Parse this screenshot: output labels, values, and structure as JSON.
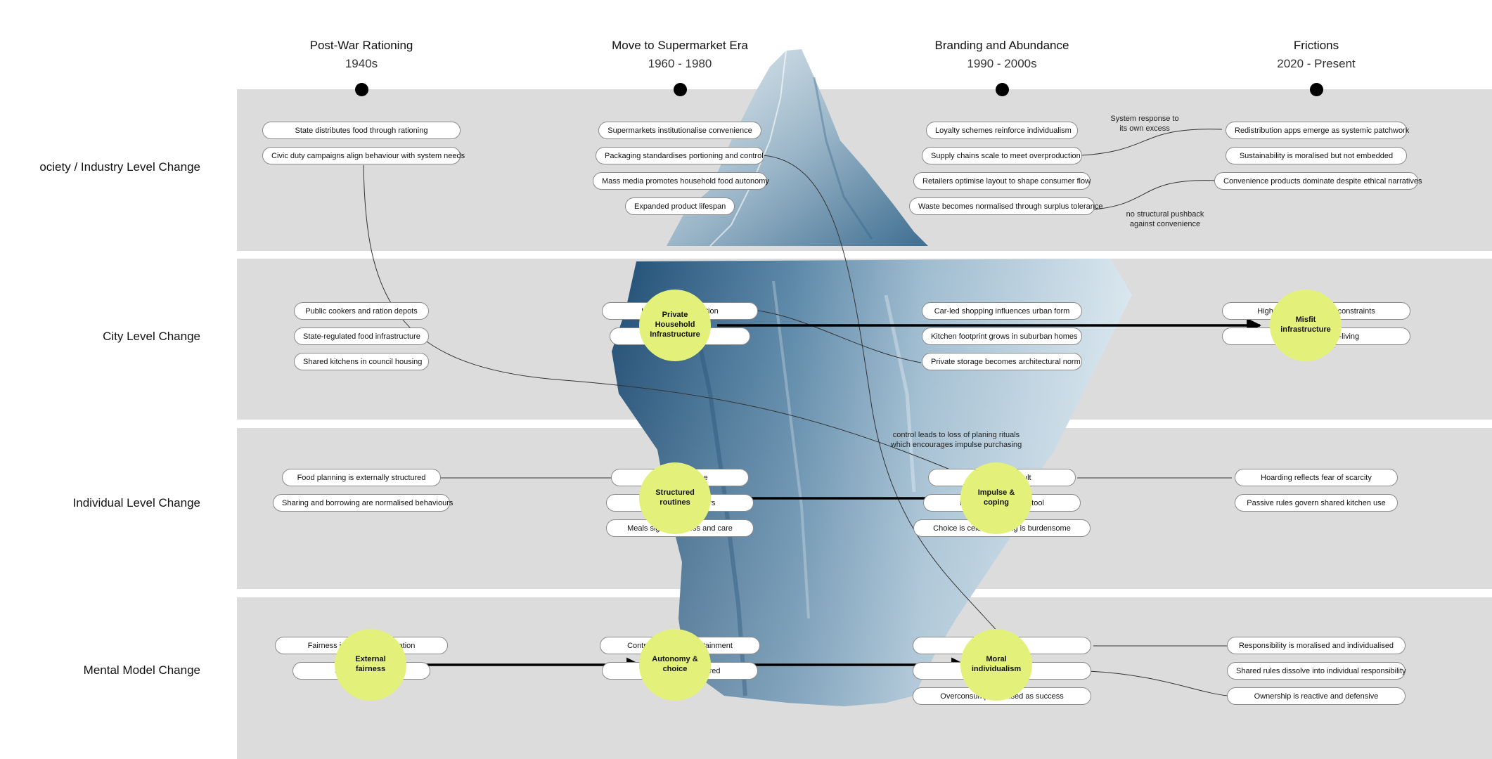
{
  "eras": [
    {
      "title": "Post-War Rationing",
      "years": "1940s"
    },
    {
      "title": "Move to Supermarket Era",
      "years": "1960 - 1980"
    },
    {
      "title": "Branding and Abundance",
      "years": "1990 - 2000s"
    },
    {
      "title": "Frictions",
      "years": "2020 - Present"
    }
  ],
  "rows": [
    {
      "label": "ociety / Industry Level Change"
    },
    {
      "label": "City Level Change"
    },
    {
      "label": "Individual Level Change"
    },
    {
      "label": "Mental Model Change"
    }
  ],
  "pills": {
    "society": {
      "e1": [
        "State distributes food through rationing",
        "Civic duty campaigns align behaviour with system needs"
      ],
      "e2": [
        "Supermarkets institutionalise convenience",
        "Packaging standardises portioning and control",
        "Mass media promotes household food autonomy",
        "Expanded product lifespan"
      ],
      "e3": [
        "Loyalty schemes reinforce individualism",
        "Supply chains scale to meet overproduction",
        "Retailers optimise layout to shape consumer flow",
        "Waste becomes normalised through surplus tolerance"
      ],
      "e4": [
        "Redistribution apps emerge as systemic patchwork",
        "Sustainability is moralised but not embedded",
        "Convenience products dominate despite ethical narratives"
      ]
    },
    "city": {
      "e1": [
        "Public cookers and ration depots",
        "State-regulated food infrastructure",
        "Shared kitchens in council housing"
      ],
      "e2": [
        "Urban ele                      refrigeration",
        "Kitche                      amily life"
      ],
      "e3": [
        "Car-led shopping influences urban form",
        "Kitchen footprint grows in suburban homes",
        "Private storage becomes architectural norm"
      ],
      "e4": [
        "High-density                      y housing constraints",
        "Housing                      owards co-living"
      ]
    },
    "individual": {
      "e1": [
        "Food planning is externally structured",
        "Sharing and borrowing are normalised behaviours"
      ],
      "e2": [
        "Weekl                      s emerge",
        "Mothers                      d managers",
        "Meals signal                      success and care"
      ],
      "e3": [
        "Impuls                      es default",
        "Batch coo                      ite coping tool",
        "Choice is celebra                      anning is burdensome"
      ],
      "e4": [
        "Hoarding reflects fear of scarcity",
        "Passive rules govern shared kitchen use"
      ]
    },
    "mental": {
      "e1": [
        "Fairness is govern                      al regulation",
        "Scarcity d                      traint"
      ],
      "e2": [
        "Control is exe                      ical containment",
        "Ownersh                      and gendered"
      ],
      "e3": [
        "                      dom",
        "Waste                      d invisible",
        "Overconsumptio                      nalised as success"
      ],
      "e4": [
        "Responsibility is moralised and individualised",
        "Shared rules dissolve into individual responsibility",
        "Ownership is reactive and defensive"
      ]
    }
  },
  "circles": {
    "private_household": "Private Household Infrastructure",
    "misfit": "Misfit infrastructure",
    "structured": "Structured routines",
    "impulse": "Impulse & coping",
    "external": "External fairness",
    "autonomy": "Autonomy & choice",
    "moral": "Moral individualism"
  },
  "notes": {
    "system_response": "System response to\nits own excess",
    "pushback": "no structural pushback\nagainst convenience",
    "control": "control leads to loss of planing rituals\nwhich encourages impulse purchasing"
  },
  "colors": {
    "band": "#dcdcdc",
    "circle": "#e3f17a",
    "iceberg_dark": "#2e5f86",
    "iceberg_light": "#c9dbe6"
  }
}
